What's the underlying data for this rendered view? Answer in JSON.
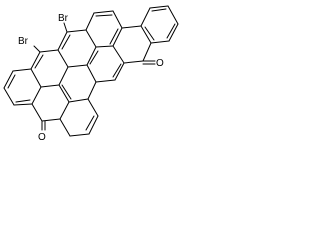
{
  "labels": {
    "br_top": "Br",
    "br_left": "Br",
    "o_right": "O",
    "o_bottom": "O"
  },
  "colors": {
    "bond": "#000000",
    "background": "#ffffff"
  }
}
